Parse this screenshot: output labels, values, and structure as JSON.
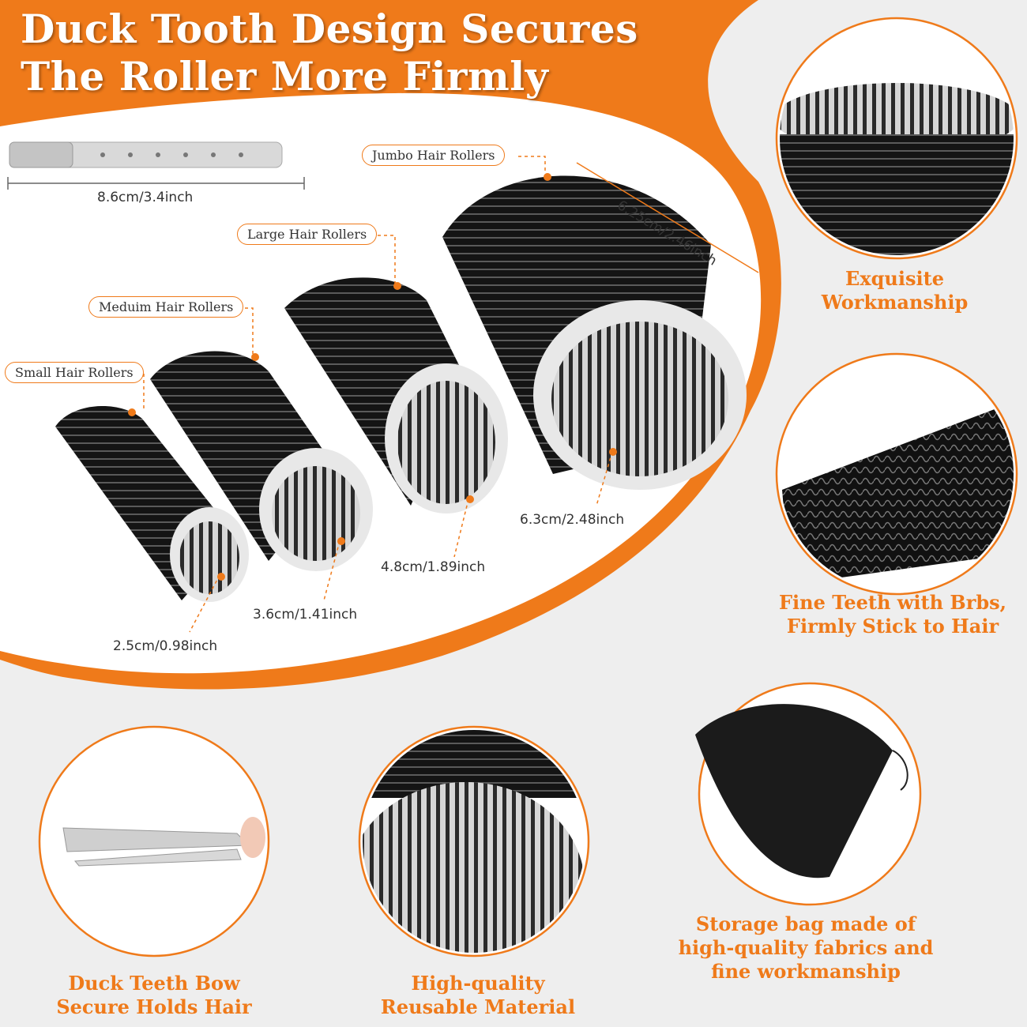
{
  "header": {
    "title_line1": "Duck Tooth Design Secures",
    "title_line2": "The Roller More Firmly"
  },
  "colors": {
    "accent": "#ef7a1a",
    "roller_black": "#1a1a1a",
    "roller_core": "#cfcfcf",
    "background": "#eeeeee"
  },
  "clip": {
    "length_label": "8.6cm/3.4inch"
  },
  "rollers": [
    {
      "name": "Small Hair Rollers",
      "diameter_label": "2.5cm/0.98inch"
    },
    {
      "name": "Meduim Hair Rollers",
      "diameter_label": "3.6cm/1.41inch"
    },
    {
      "name": "Large Hair Rollers",
      "diameter_label": "4.8cm/1.89inch"
    },
    {
      "name": "Jumbo Hair Rollers",
      "diameter_label": "6.3cm/2.48inch",
      "length_label": "6.25cm/2.46inch"
    }
  ],
  "features": [
    {
      "caption_line1": "Exquisite",
      "caption_line2": "Workmanship"
    },
    {
      "caption_line1": "Fine Teeth with Brbs,",
      "caption_line2": "Firmly Stick to Hair"
    },
    {
      "caption_line1": "Storage bag made of",
      "caption_line2": "high-quality fabrics and",
      "caption_line3": "fine workmanship"
    },
    {
      "caption_line1": "High-quality",
      "caption_line2": "Reusable Material"
    },
    {
      "caption_line1": "Duck Teeth Bow",
      "caption_line2": "Secure Holds Hair"
    }
  ]
}
